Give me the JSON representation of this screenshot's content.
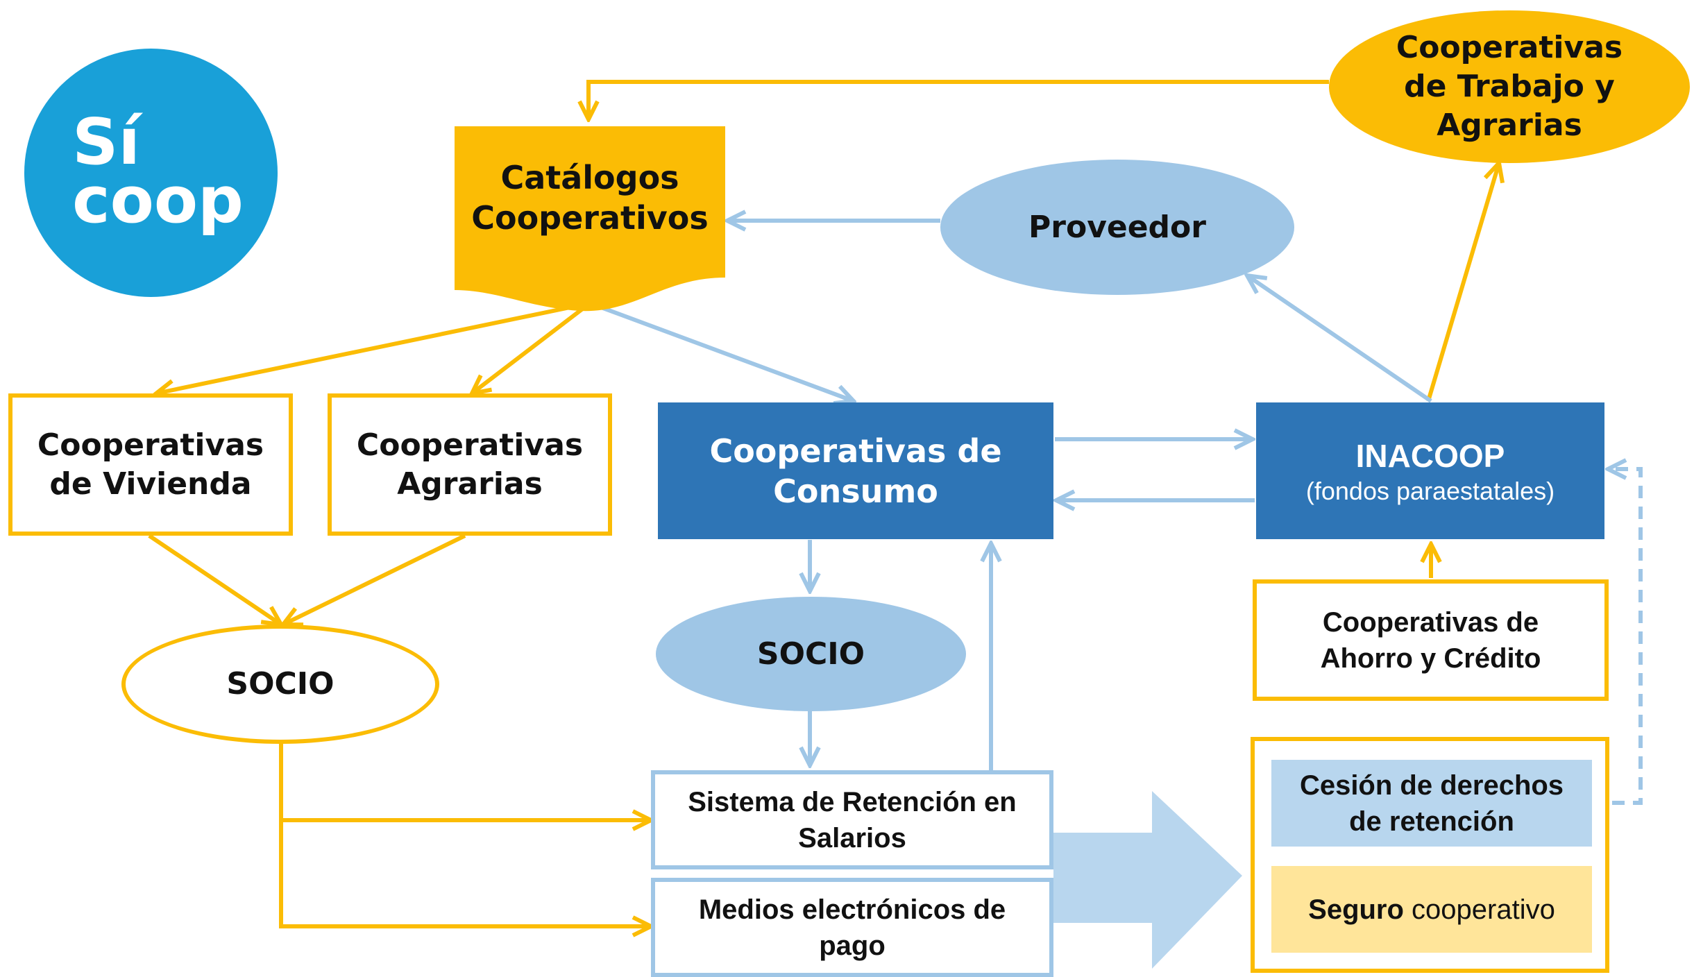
{
  "logo": {
    "line1": "Sí",
    "line2": "coop",
    "color": "#19a0d8"
  },
  "colors": {
    "yellow": "#fbbc05",
    "light_blue": "#9fc6e6",
    "dark_blue": "#2e75b6",
    "pale_yellow": "#ffe59a"
  },
  "nodes": {
    "catalogos": {
      "line1": "Catálogos",
      "line2": "Cooperativos"
    },
    "proveedor": {
      "label": "Proveedor"
    },
    "trabajo_agrarias": {
      "line1": "Cooperativas",
      "line2": "de Trabajo y",
      "line3": "Agrarias"
    },
    "vivienda": {
      "line1": "Cooperativas",
      "line2": "de Vivienda"
    },
    "agrarias": {
      "line1": "Cooperativas",
      "line2": "Agrarias"
    },
    "consumo": {
      "line1": "Cooperativas de",
      "line2": "Consumo"
    },
    "inacoop": {
      "title": "INACOOP",
      "subtitle": "(fondos paraestatales)"
    },
    "socio_left": {
      "label": "SOCIO"
    },
    "socio_mid": {
      "label": "SOCIO"
    },
    "ahorro": {
      "line1": "Cooperativas de",
      "line2": "Ahorro y Crédito"
    },
    "retencion": {
      "line1": "Sistema de Retención en",
      "line2": "Salarios"
    },
    "medios": {
      "line1": "Medios electrónicos de",
      "line2": "pago"
    },
    "cesion": {
      "line1": "Cesión de derechos",
      "line2": "de retención"
    },
    "seguro": {
      "bold": "Seguro",
      "rest": " cooperativo"
    }
  }
}
